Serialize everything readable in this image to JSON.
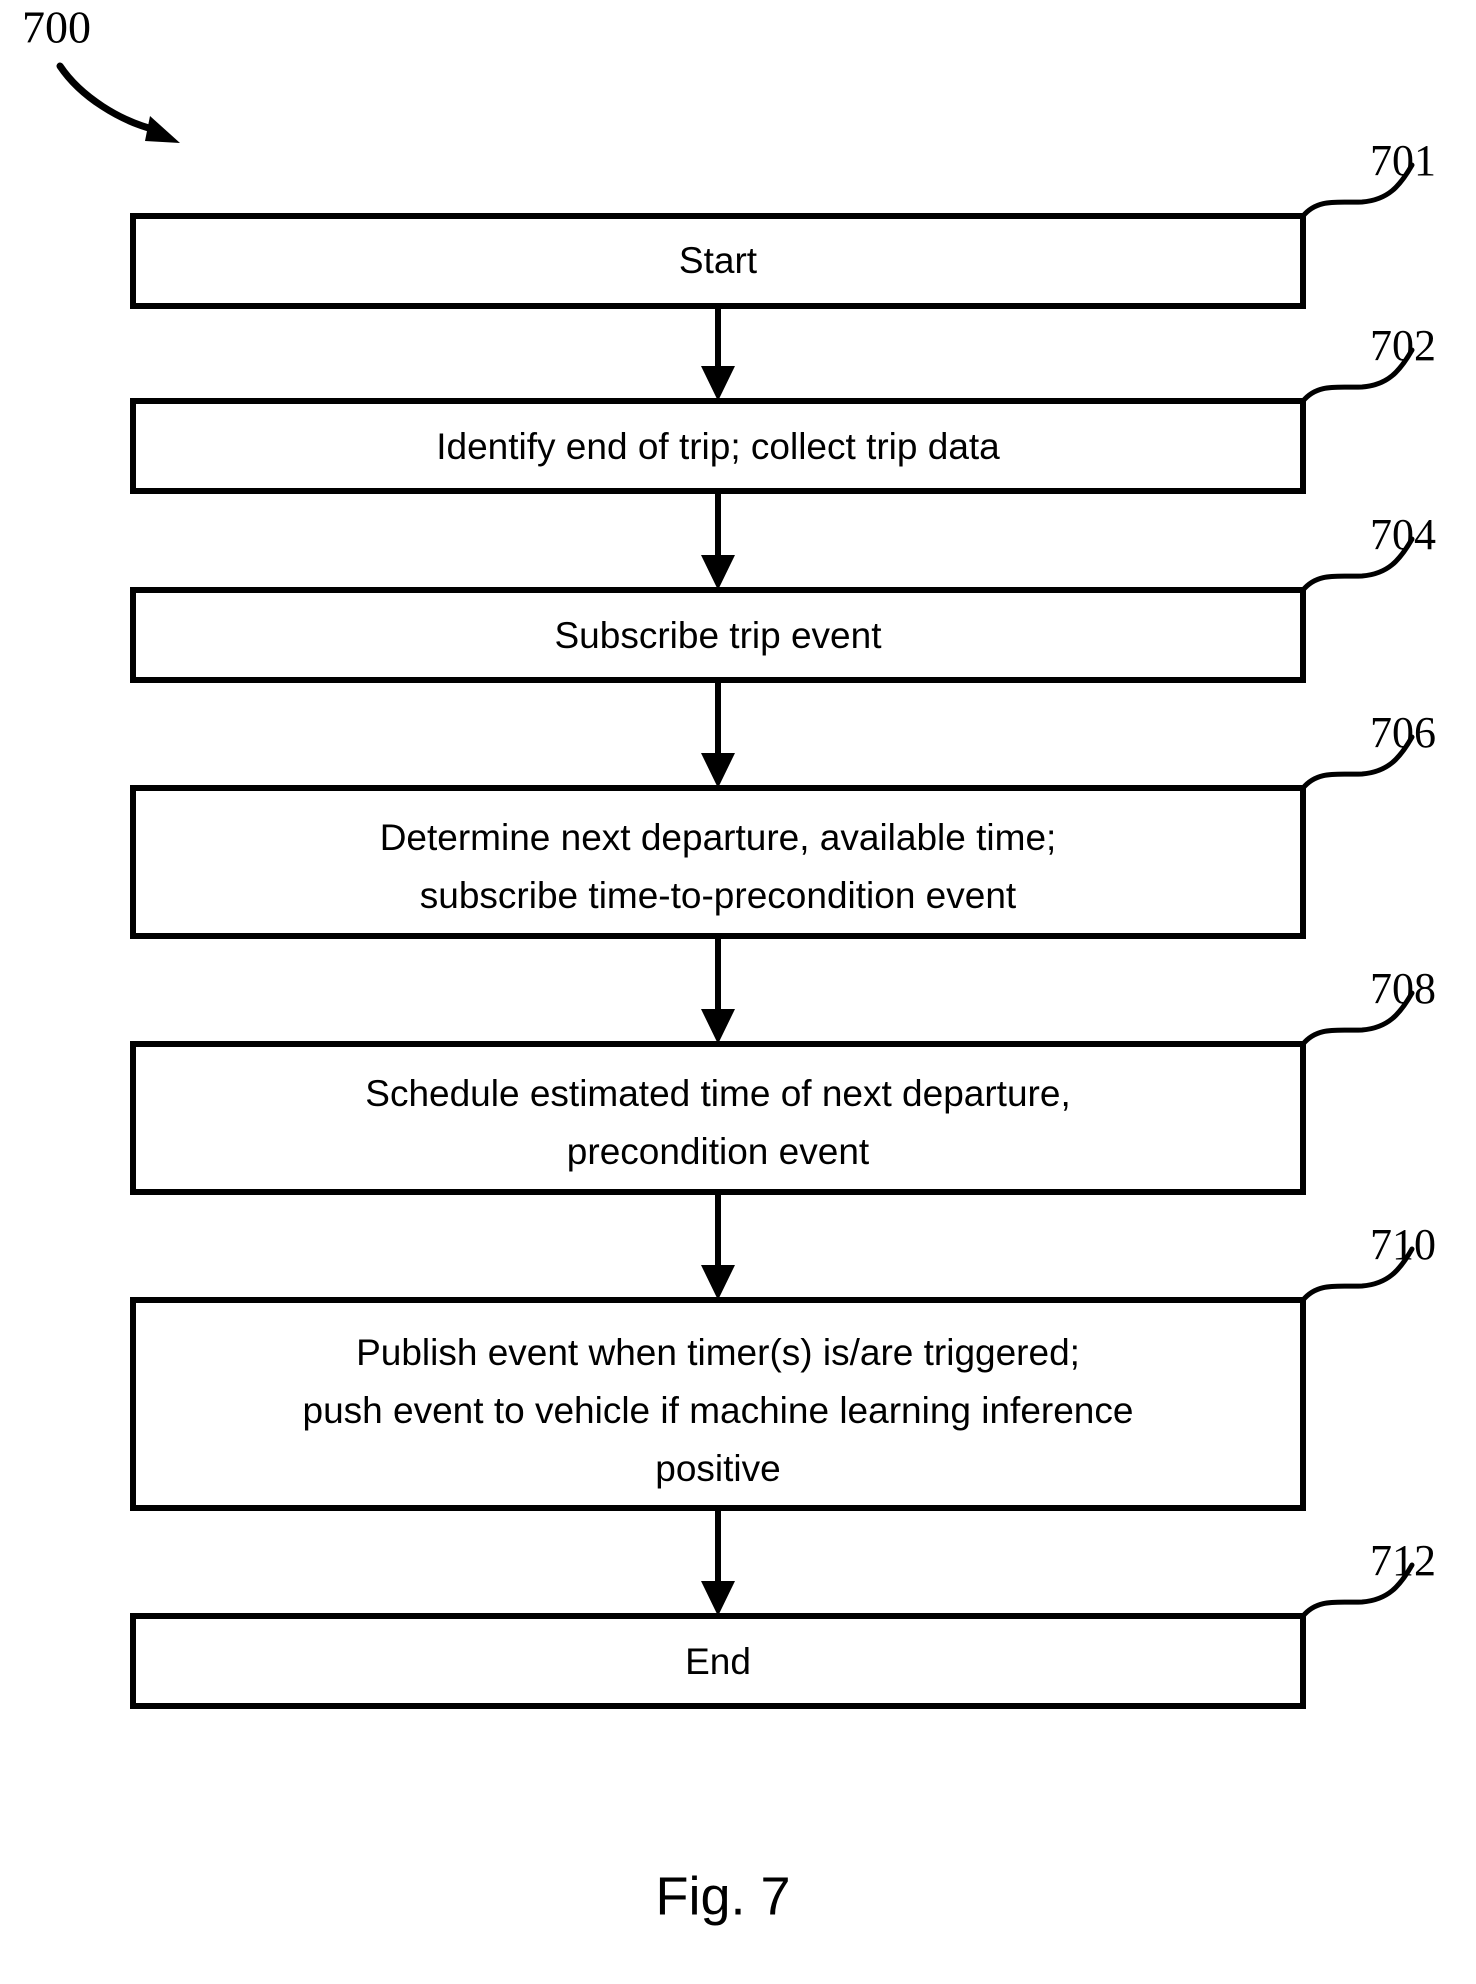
{
  "figure": {
    "diagram_number": "700",
    "caption": "Fig. 7"
  },
  "flowchart": {
    "type": "flowchart",
    "orientation": "vertical",
    "nodes": [
      {
        "ref": "701",
        "lines": [
          "Start"
        ],
        "shape": "rectangle"
      },
      {
        "ref": "702",
        "lines": [
          "Identify end of trip; collect trip data"
        ],
        "shape": "rectangle"
      },
      {
        "ref": "704",
        "lines": [
          "Subscribe trip event"
        ],
        "shape": "rectangle"
      },
      {
        "ref": "706",
        "lines": [
          "Determine next departure, available time;",
          "subscribe time-to-precondition event"
        ],
        "shape": "rectangle"
      },
      {
        "ref": "708",
        "lines": [
          "Schedule estimated time of next departure,",
          "precondition event"
        ],
        "shape": "rectangle"
      },
      {
        "ref": "710",
        "lines": [
          "Publish event when timer(s) is/are triggered;",
          "push event to vehicle if machine learning inference",
          "positive"
        ],
        "shape": "rectangle"
      },
      {
        "ref": "712",
        "lines": [
          "End"
        ],
        "shape": "rectangle"
      }
    ],
    "edges": [
      {
        "from": "701",
        "to": "702",
        "arrow": "down"
      },
      {
        "from": "702",
        "to": "704",
        "arrow": "down"
      },
      {
        "from": "704",
        "to": "706",
        "arrow": "down"
      },
      {
        "from": "706",
        "to": "708",
        "arrow": "down"
      },
      {
        "from": "708",
        "to": "710",
        "arrow": "down"
      },
      {
        "from": "710",
        "to": "712",
        "arrow": "down"
      }
    ]
  },
  "nodes": {
    "n701": {
      "ref": "701",
      "line0": "Start"
    },
    "n702": {
      "ref": "702",
      "line0": "Identify end of trip; collect trip data"
    },
    "n704": {
      "ref": "704",
      "line0": "Subscribe trip event"
    },
    "n706": {
      "ref": "706",
      "line0": "Determine next departure, available time;",
      "line1": "subscribe time-to-precondition event"
    },
    "n708": {
      "ref": "708",
      "line0": "Schedule estimated time of next departure,",
      "line1": "precondition event"
    },
    "n710": {
      "ref": "710",
      "line0": "Publish event when timer(s) is/are triggered;",
      "line1": "push event to vehicle if machine learning inference",
      "line2": "positive"
    },
    "n712": {
      "ref": "712",
      "line0": "End"
    }
  },
  "colors": {
    "stroke": "#000000",
    "fill": "#ffffff",
    "text": "#000000"
  }
}
